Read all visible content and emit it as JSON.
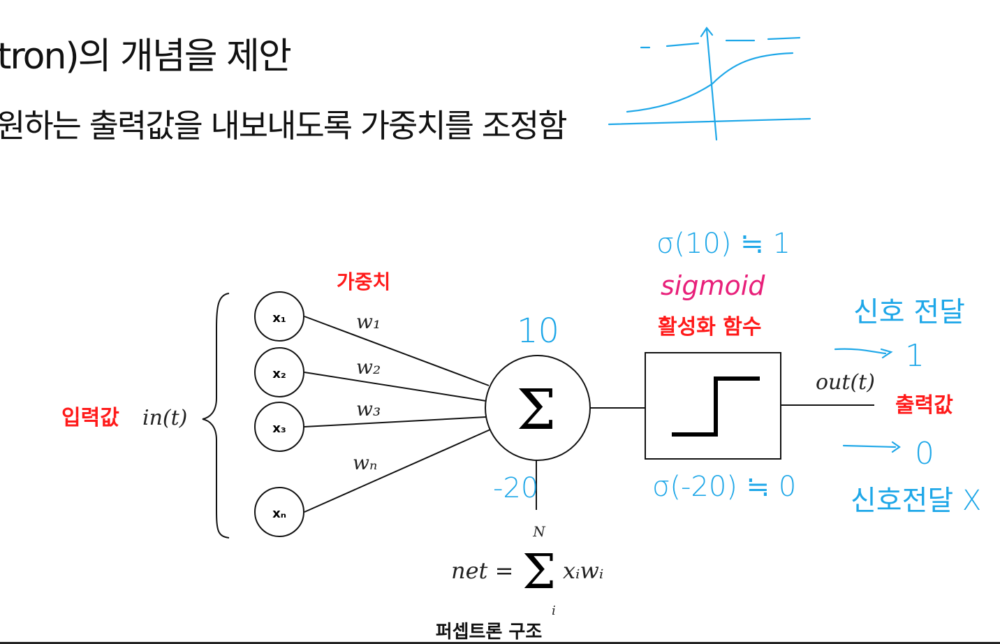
{
  "slide": {
    "title": "tron)의 개념을 제안",
    "bullet": "원하는 출력값을 내보내도록 가중치를 조정함"
  },
  "diagram": {
    "input_label": "입력값",
    "input_math": "in(t)",
    "weights_label": "가중치",
    "inputs": [
      "x₁",
      "x₂",
      "x₃",
      "xₙ"
    ],
    "weights": [
      "w₁",
      "w₂",
      "w₃",
      "wₙ"
    ],
    "sum_symbol": "Σ",
    "activation_label": "활성화 함수",
    "output_math": "out(t)",
    "output_label": "출력값",
    "formula_lhs": "net =",
    "formula_sum": "Σ",
    "formula_upper": "N",
    "formula_lower": "i",
    "formula_term": "xᵢwᵢ",
    "caption": "퍼셉트론 구조"
  },
  "annotations": {
    "sum_top": "10",
    "sum_bottom": "-20",
    "sigma_high": "σ(10) ≒ 1",
    "sigmoid": "sigmoid",
    "sigma_low": "σ(-20) ≒ 0",
    "signal_pass": "신호 전달",
    "out_one": "1",
    "out_zero": "0",
    "signal_block": "신호전달 X"
  }
}
